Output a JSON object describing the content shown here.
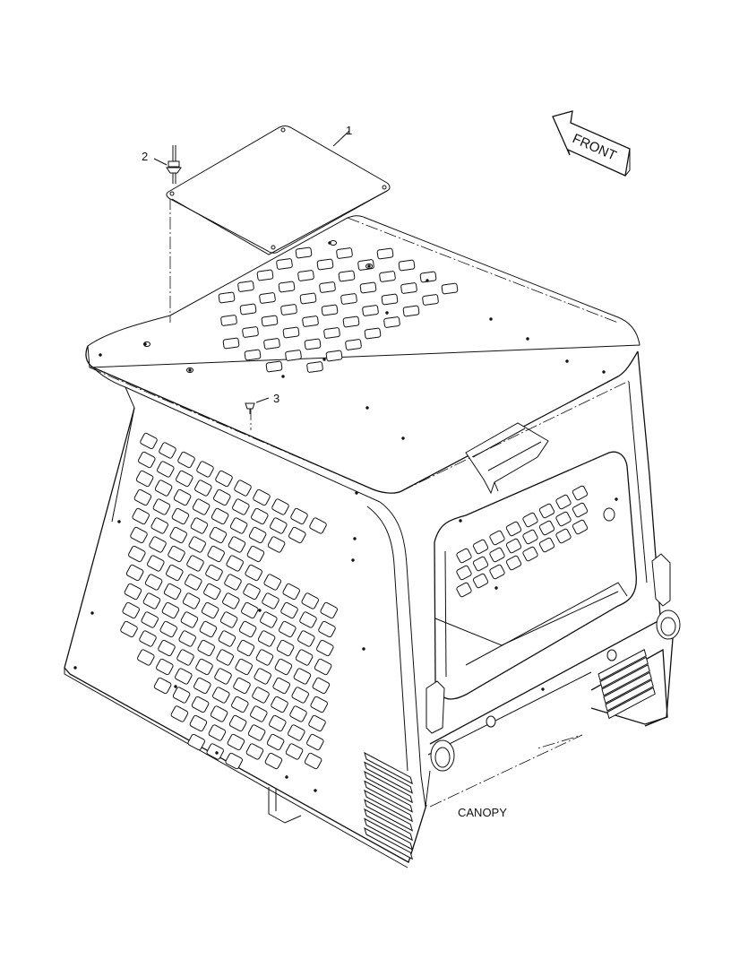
{
  "diagram": {
    "callouts": [
      {
        "id": "1",
        "text": "1"
      },
      {
        "id": "2",
        "text": "2"
      },
      {
        "id": "3",
        "text": "3"
      }
    ],
    "assembly_label": "CANOPY",
    "direction_label": "FRONT",
    "colors": {
      "line": "#111111",
      "background": "#ffffff"
    }
  }
}
